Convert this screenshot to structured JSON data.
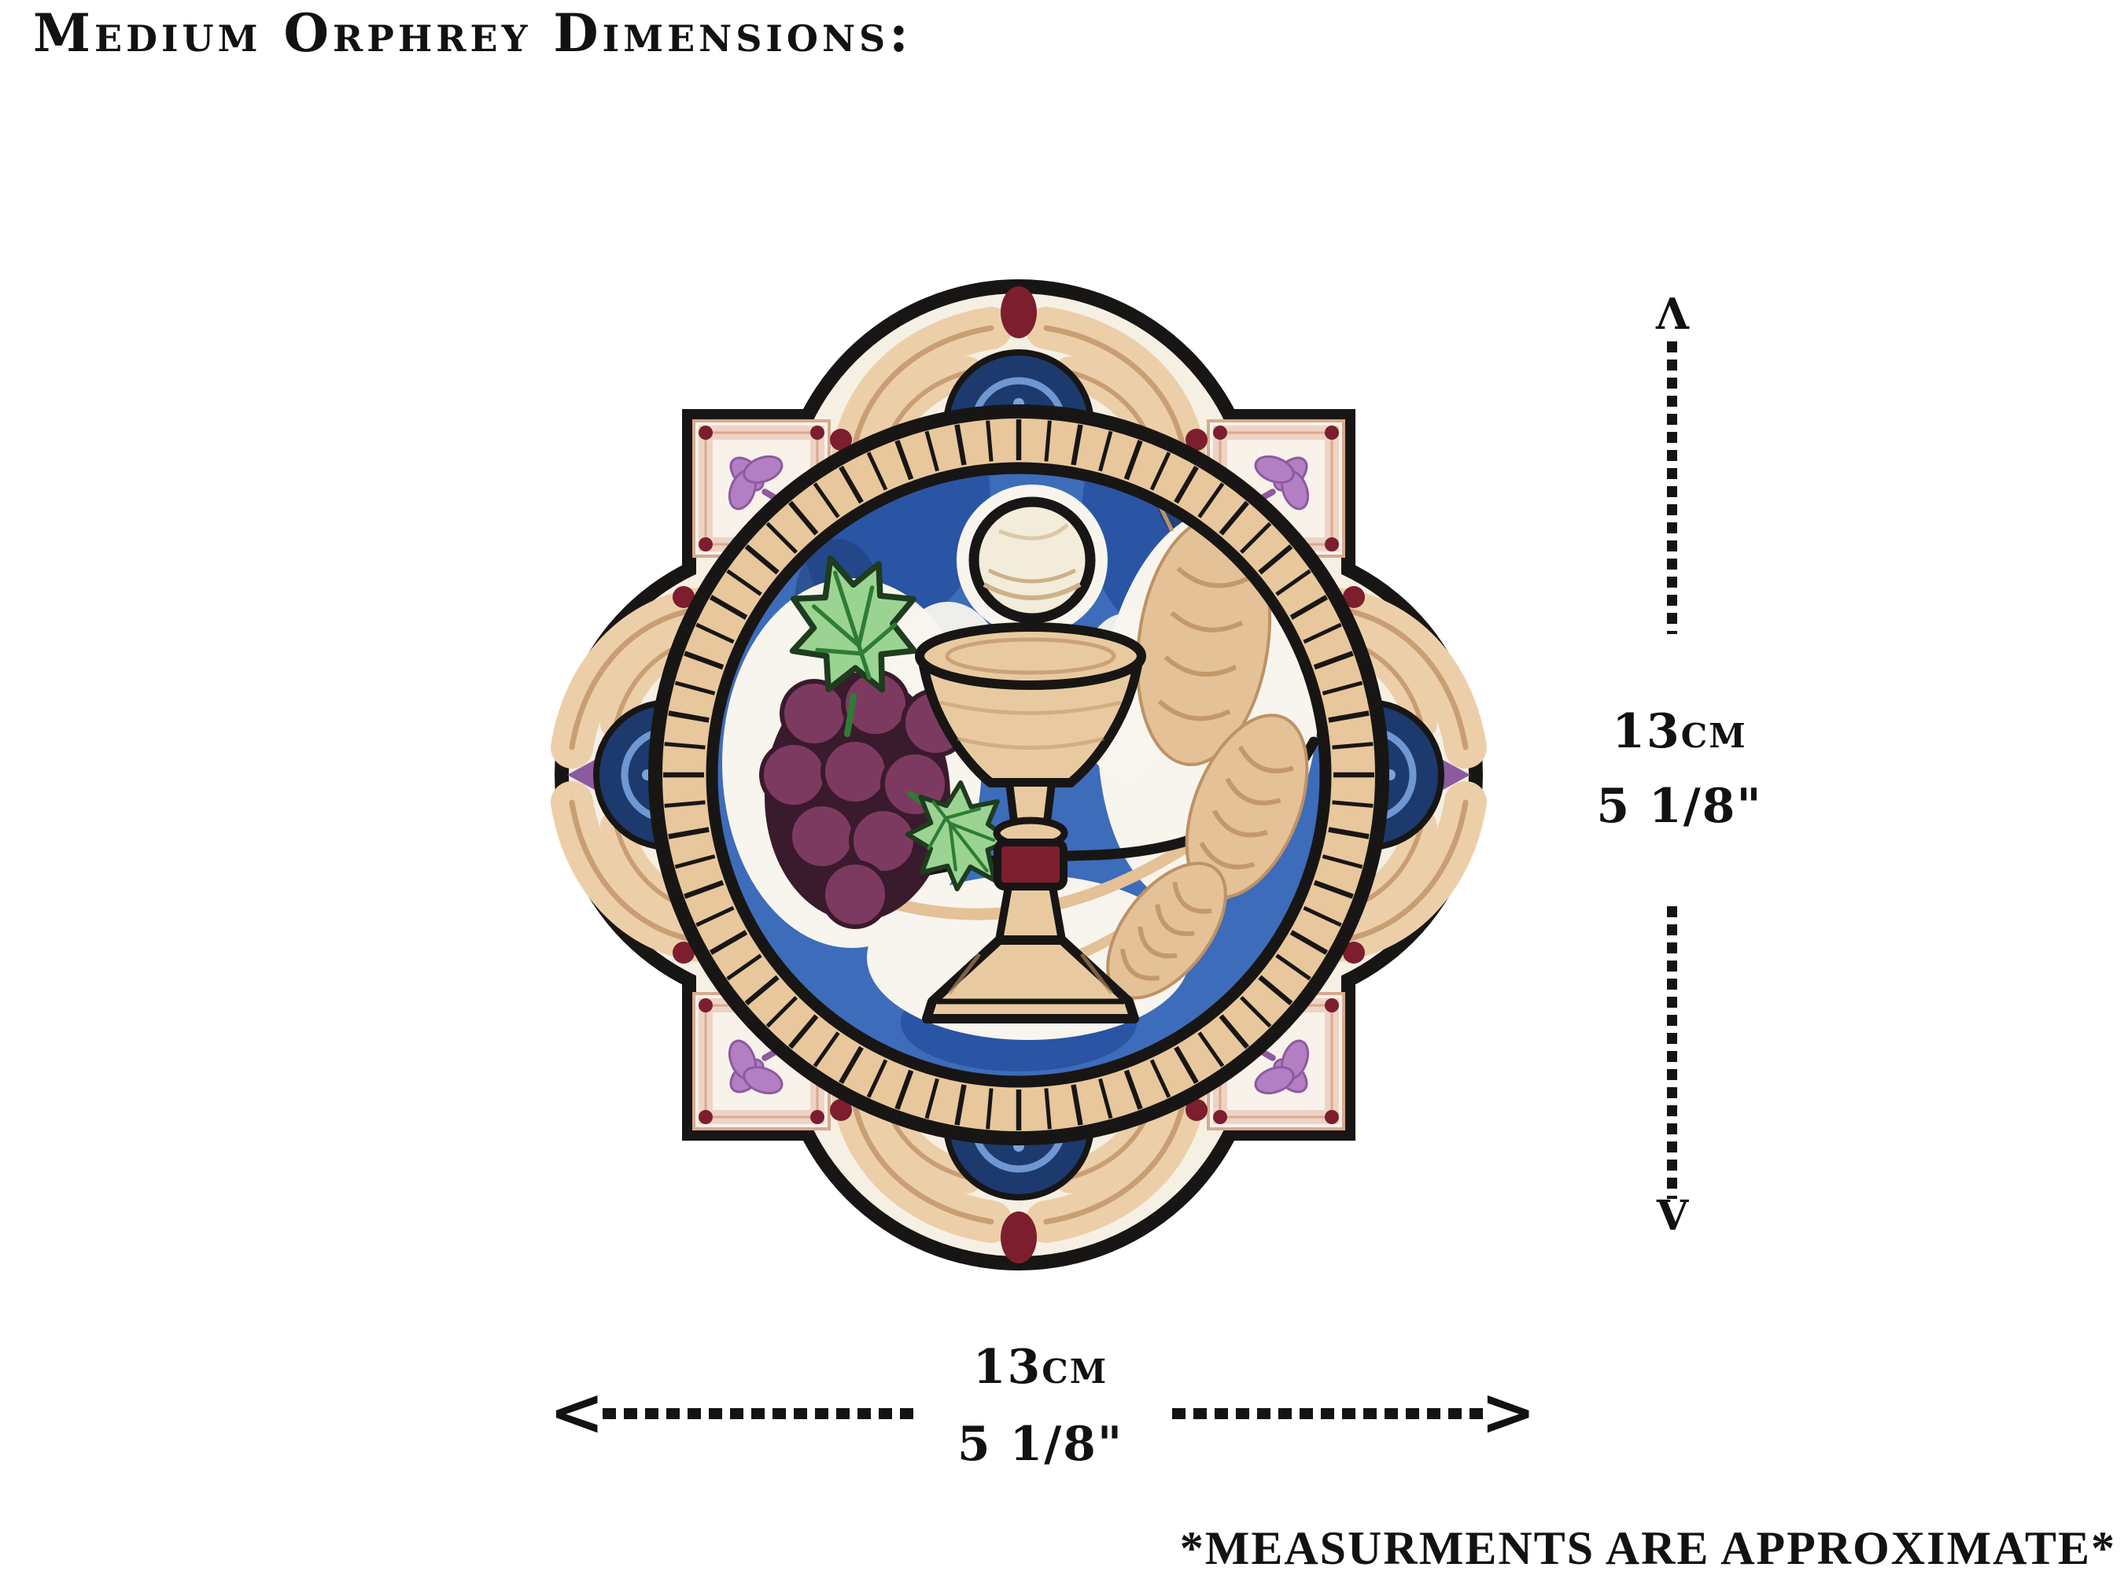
{
  "title": "Medium Orphrey Dimensions:",
  "patch": {
    "description": "Embroidered quatrefoil orphrey patch depicting a chalice with host, grapes and wheat on a blue ground",
    "colors": {
      "outline": "#181614",
      "cream": "#f6f0e4",
      "scroll": "#eccfa9",
      "scroll_dark": "#c99e74",
      "ring": "#e8c79c",
      "blue": "#3d6cba",
      "blue_dark": "#2a55a4",
      "blue_deep": "#1c3a6d",
      "blue_light": "#7aa2dc",
      "white_patch": "#f8f5ee",
      "maroon": "#7c1e2e",
      "lavender": "#b27fc2",
      "lavender_dark": "#8d5a9f",
      "pink_band": "#eed3c4",
      "pink_line": "#d9a98f",
      "square_bg": "#f8f2ea",
      "grape": "#7d3a60",
      "grape_dark": "#3a1a2d",
      "leaf": "#9bd492",
      "leaf_dark": "#2f7c35",
      "leaf_outline": "#1e3c1e",
      "wheat": "#e4c196",
      "wheat_dark": "#bd9265",
      "chalice": "#e9caa0",
      "host": "#f3ecda",
      "host_shade": "#cdb089"
    }
  },
  "vertical_dimension": {
    "arrow_up": "Λ",
    "arrow_down": "V",
    "metric": "13cm",
    "imperial": "5 1/8\""
  },
  "horizontal_dimension": {
    "arrow_left": "<",
    "arrow_right": ">",
    "metric": "13cm",
    "imperial": "5 1/8\""
  },
  "footnote": "*MEASURMENTS ARE APPROXIMATE*"
}
